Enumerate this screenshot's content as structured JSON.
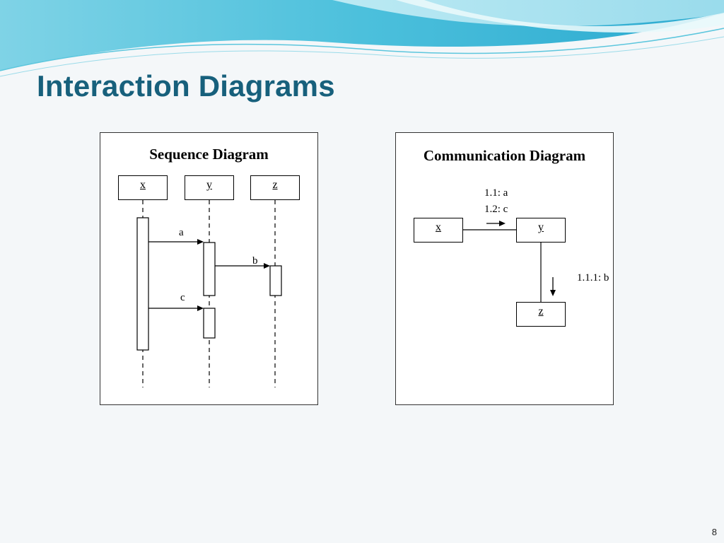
{
  "slide": {
    "title": "Interaction Diagrams",
    "page_number": "8"
  },
  "sequence_diagram": {
    "title": "Sequence Diagram",
    "objects": [
      "x",
      "y",
      "z"
    ],
    "messages": [
      {
        "label": "a",
        "from": "x",
        "to": "y"
      },
      {
        "label": "b",
        "from": "y",
        "to": "z"
      },
      {
        "label": "c",
        "from": "x",
        "to": "y"
      }
    ]
  },
  "communication_diagram": {
    "title": "Communication Diagram",
    "objects": [
      "x",
      "y",
      "z"
    ],
    "links": [
      {
        "from": "x",
        "to": "y",
        "messages": [
          "1.1: a",
          "1.2: c"
        ]
      },
      {
        "from": "y",
        "to": "z",
        "messages": [
          "1.1.1: b"
        ]
      }
    ]
  }
}
